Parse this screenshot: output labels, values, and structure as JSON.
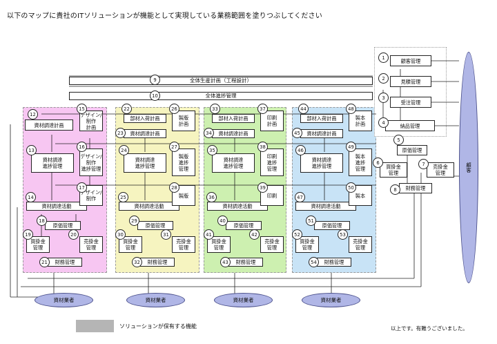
{
  "title": "以下のマップに貴社のITソリューションが機能として実現している業務範囲を塗りつぶしてください",
  "bars": {
    "prod_plan": "全体生産計画（工程設計）",
    "progress": "全体進捗管理"
  },
  "customer_column": {
    "customer": "顧客",
    "items": [
      {
        "num": "1",
        "label": "顧客管理"
      },
      {
        "num": "2",
        "label": "見積管理"
      },
      {
        "num": "3",
        "label": "受注管理"
      },
      {
        "num": "4",
        "label": "納品管理"
      },
      {
        "num": "5",
        "label": "原価管理"
      },
      {
        "num": "6",
        "label": "買掛金\n管理"
      },
      {
        "num": "7",
        "label": "売掛金\n管理"
      },
      {
        "num": "8",
        "label": "財務管理"
      }
    ],
    "bar_nums": {
      "prod": "9",
      "progress": "10"
    }
  },
  "groups": [
    {
      "nums": [
        "12",
        "13",
        "14",
        "15",
        "16",
        "17",
        "18",
        "19",
        "20",
        "21"
      ],
      "supplier_plan": "資材調達計画",
      "supplier_progress": "資材調達\n進捗管理",
      "supplier_activity": "資材調達活動",
      "proc_plan": "デザイン/\n制作\n計画",
      "proc_progress": "デザイン/\n制作\n進捗管理",
      "proc_activity": "デザイン/\n制作",
      "cost": "原価管理",
      "payable": "買掛金\n管理",
      "receivable": "売掛金\n管理",
      "finance": "財務管理",
      "vendor": "資材業者"
    },
    {
      "nums": [
        "22",
        "23",
        "24",
        "25",
        "26",
        "27",
        "28",
        "29",
        "30",
        "31",
        "32"
      ],
      "parts_plan": "部材入荷計画",
      "supplier_plan": "資材調達計画",
      "supplier_progress": "資材調達\n進捗管理",
      "supplier_activity": "資材調達活動",
      "proc_plan": "製版\n計画",
      "proc_progress": "製版\n進捗\n管理",
      "proc_activity": "製版",
      "cost": "原価管理",
      "payable": "買掛金\n管理",
      "receivable": "売掛金\n管理",
      "finance": "財務管理",
      "vendor": "資材業者"
    },
    {
      "nums": [
        "33",
        "34",
        "35",
        "36",
        "37",
        "38",
        "39",
        "40",
        "41",
        "42",
        "43"
      ],
      "parts_plan": "部材入荷計画",
      "supplier_plan": "資材調達計画",
      "supplier_progress": "資材調達\n進捗管理",
      "supplier_activity": "資材調達活動",
      "proc_plan": "印刷\n計画",
      "proc_progress": "印刷\n進捗\n管理",
      "proc_activity": "印刷",
      "cost": "原価管理",
      "payable": "買掛金\n管理",
      "receivable": "売掛金\n管理",
      "finance": "財務管理",
      "vendor": "資材業者"
    },
    {
      "nums": [
        "44",
        "45",
        "46",
        "47",
        "48",
        "49",
        "50",
        "51",
        "52",
        "53",
        "54"
      ],
      "parts_plan": "部材入荷計画",
      "supplier_plan": "資材調達計画",
      "supplier_progress": "資材調達\n進捗管理",
      "supplier_activity": "資材調達活動",
      "proc_plan": "製本\n計画",
      "proc_progress": "製本\n進捗\n管理",
      "proc_activity": "製本",
      "cost": "原価管理",
      "payable": "買掛金\n管理",
      "receivable": "売掛金\n管理",
      "finance": "財務管理",
      "vendor": "資材業者"
    }
  ],
  "legend": {
    "text": "ソリューションが保有する機能",
    "swatch_color": "#b5b5b5"
  },
  "footer": "以上です。有難うございました。",
  "zone_colors": {
    "pink": "#f7c6f2",
    "yellow": "#f6f4c0",
    "green": "#cdf0b0",
    "blue": "#c8e3f6",
    "vendor": "#b0b6e6"
  }
}
